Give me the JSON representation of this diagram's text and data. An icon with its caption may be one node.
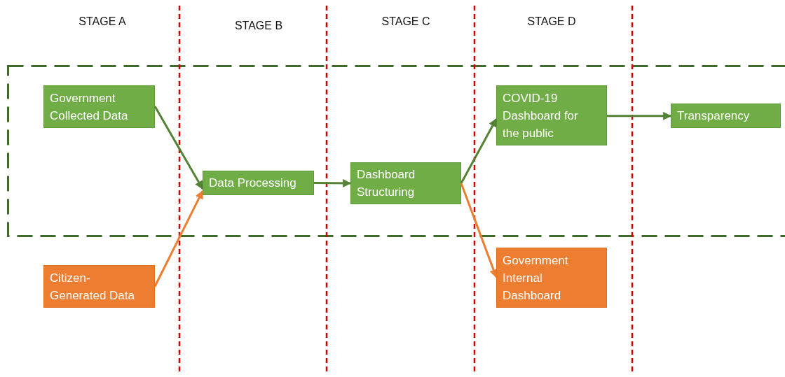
{
  "diagram": {
    "nodes": [
      {
        "text": [],
        "shape": "box"
      },
      {
        "text": [
          "Government Collected Data"
        ],
        "in": 0
      },
      {
        "text": [
          "Data Processing"
        ],
        "in": 0
      },
      {
        "text": [
          "Dashboard Structuring"
        ],
        "in": 0
      },
      {
        "text": [
          "COVID-19 Dashboard for the public"
        ],
        "in": 0
      },
      {
        "text": [
          "Transparency"
        ],
        "in": 0
      },
      {
        "text": [
          "Citizen-Generated Data"
        ]
      },
      {
        "text": [
          "Government Internal Dashboard"
        ]
      }
    ],
    "edges": [
      {
        "from": 1,
        "to": 2,
        "arrow": "to"
      },
      {
        "from": 6,
        "to": 2,
        "arrow": "to",
        "color": "#ed7d31"
      },
      {
        "from": 2,
        "to": 3,
        "arrow": "to"
      },
      {
        "from": 3,
        "to": 4,
        "arrow": "to"
      },
      {
        "from": 3,
        "to": 7,
        "arrow": "to",
        "color": "#ed7d31"
      },
      {
        "from": 4,
        "to": 5,
        "arrow": "to"
      }
    ],
    "labels": [
      "STAGE A",
      "STAGE B",
      "STAGE C",
      "STAGE D"
    ]
  }
}
